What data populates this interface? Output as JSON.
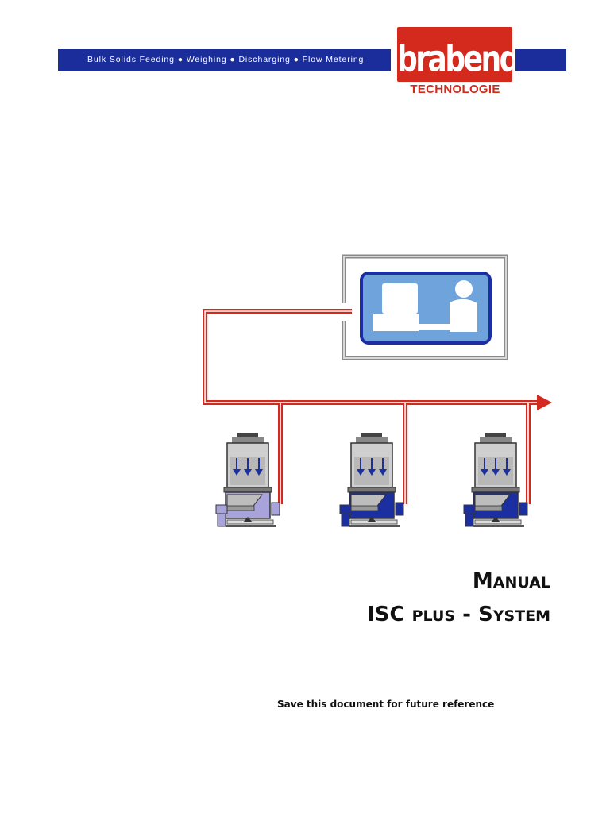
{
  "header": {
    "tagline": "Bulk Solids Feeding ● Weighing ● Discharging ● Flow Metering",
    "brand_color": "#1a2d9a"
  },
  "logo": {
    "wordmark": "brabender",
    "subtitle": "TECHNOLOGIE",
    "color": "#d42a1e"
  },
  "diagram": {
    "line_color": "#d42a1e",
    "feeder_colors": [
      "#a9a3dc",
      "#1c2fa0",
      "#1c2fa0"
    ],
    "operator_panel_color": "#6fa3dc"
  },
  "title": {
    "line1_first": "M",
    "line1_rest": "ANUAL",
    "line2_isc": "ISC ",
    "line2_plus": "PLUS",
    "line2_dash": " - ",
    "line2_s": "S",
    "line2_rest": "YSTEM"
  },
  "note": "Save this document for future reference"
}
